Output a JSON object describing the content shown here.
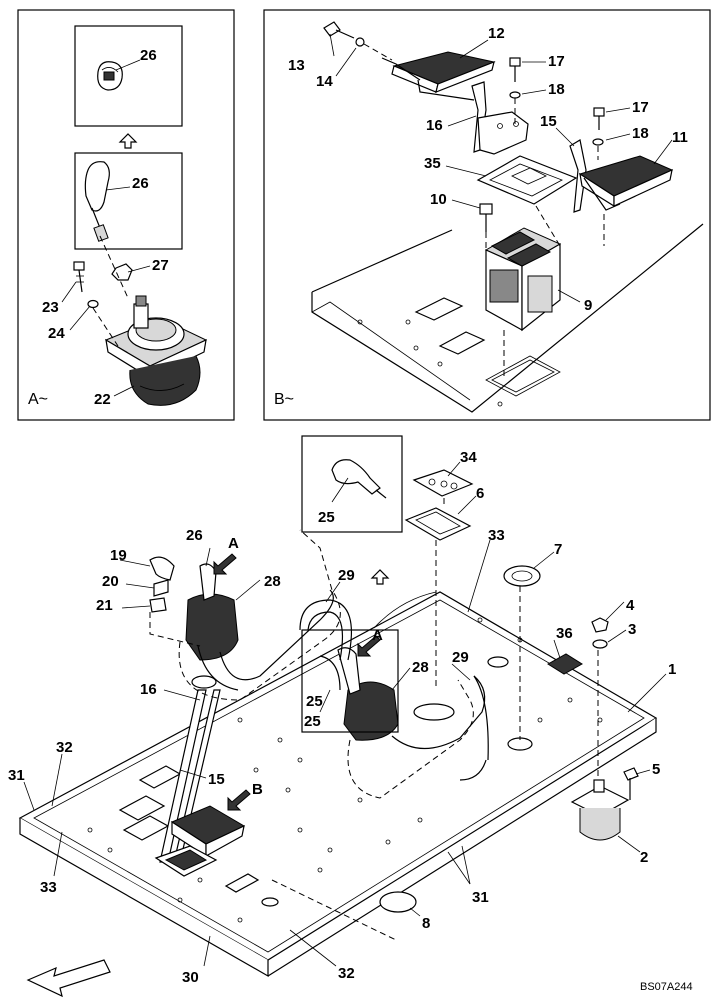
{
  "diagram": {
    "drawing_code": "BS07A244",
    "panel_a_caption": "A~",
    "panel_b_caption": "B~",
    "view_markers": {
      "a": "A",
      "b": "B"
    },
    "callouts": {
      "c1": "1",
      "c2": "2",
      "c3": "3",
      "c4": "4",
      "c5": "5",
      "c6": "6",
      "c7": "7",
      "c8": "8",
      "c9": "9",
      "c10": "10",
      "c11": "11",
      "c12": "12",
      "c13": "13",
      "c14": "14",
      "c15a": "15",
      "c15b": "15",
      "c16a": "16",
      "c16b": "16",
      "c17a": "17",
      "c17b": "17",
      "c18a": "18",
      "c18b": "18",
      "c19": "19",
      "c20": "20",
      "c21": "21",
      "c22": "22",
      "c23": "23",
      "c24": "24",
      "c25a": "25",
      "c25b": "25",
      "c25c": "25",
      "c26a": "26",
      "c26b": "26",
      "c26c": "26",
      "c27": "27",
      "c28a": "28",
      "c28b": "28",
      "c29a": "29",
      "c29b": "29",
      "c30": "30",
      "c31a": "31",
      "c31b": "31",
      "c32a": "32",
      "c32b": "32",
      "c33a": "33",
      "c33b": "33",
      "c34": "34",
      "c35": "35",
      "c36": "36"
    }
  }
}
